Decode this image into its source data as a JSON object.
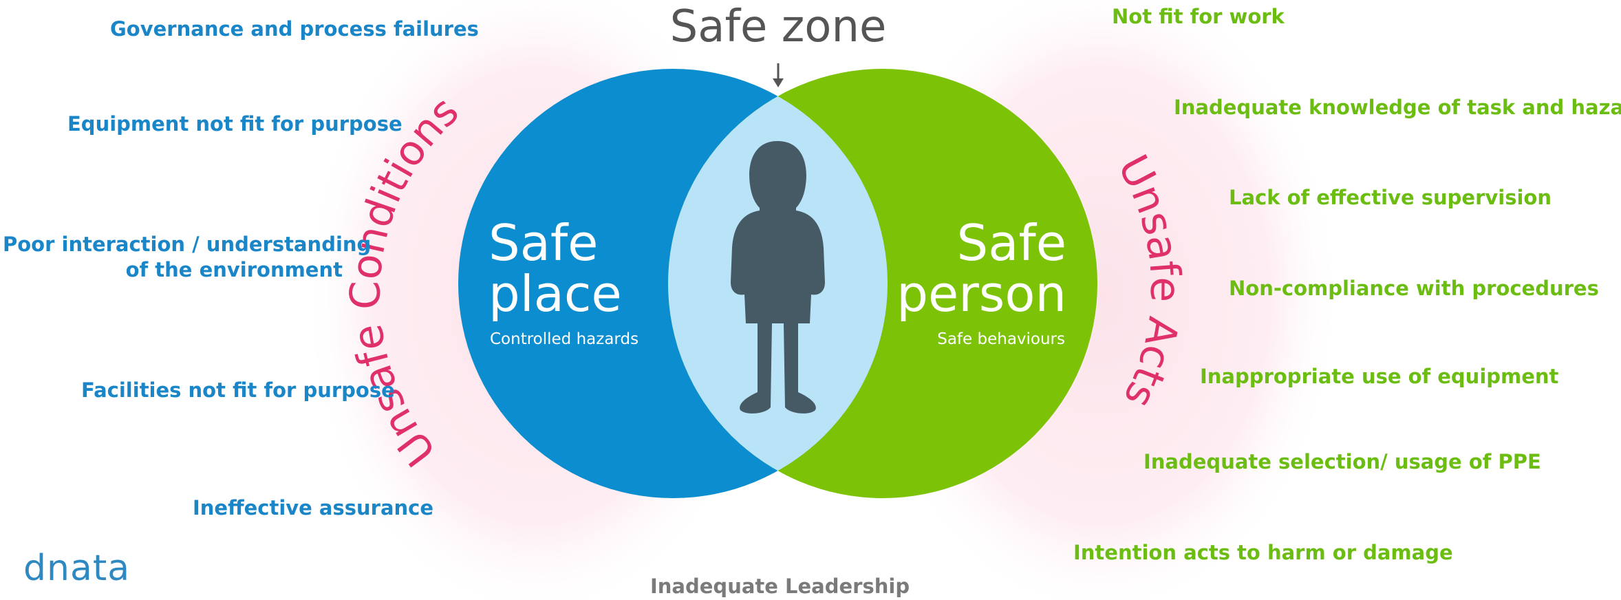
{
  "diagram": {
    "top_label": "Safe zone",
    "left_circle": {
      "title_line1": "Safe",
      "title_line2": "place",
      "subtitle": "Controlled hazards"
    },
    "right_circle": {
      "title_line1": "Safe",
      "title_line2": "person",
      "subtitle": "Safe behaviours"
    },
    "left_arc_label": "Unsafe Conditions",
    "right_arc_label": "Unsafe Acts",
    "bottom_label": "Inadequate Leadership",
    "colors": {
      "left_circle": "#0b8dd0",
      "right_circle": "#7cc206",
      "overlap": "#b9e4f8",
      "figure": "#465a66",
      "arc_text": "#e0306a",
      "left_labels": "#1a86c8",
      "right_labels": "#6cbd12",
      "glow": "#fce3ea"
    }
  },
  "left_factors": [
    {
      "lines": [
        "Governance and process failures"
      ]
    },
    {
      "lines": [
        "Equipment not fit for purpose"
      ]
    },
    {
      "lines": [
        "Poor interaction / understanding",
        "of the environment"
      ]
    },
    {
      "lines": [
        "Facilities not fit for purpose"
      ]
    },
    {
      "lines": [
        "Ineffective assurance"
      ]
    }
  ],
  "right_factors": [
    "Not fit for work",
    "Inadequate knowledge of task and hazards",
    "Lack of effective supervision",
    "Non-compliance with procedures",
    "Inappropriate use of equipment",
    "Inadequate selection/ usage of PPE",
    "Intention acts to harm or damage"
  ],
  "logo": {
    "text": "dnata",
    "icon": "dnata-logo"
  }
}
